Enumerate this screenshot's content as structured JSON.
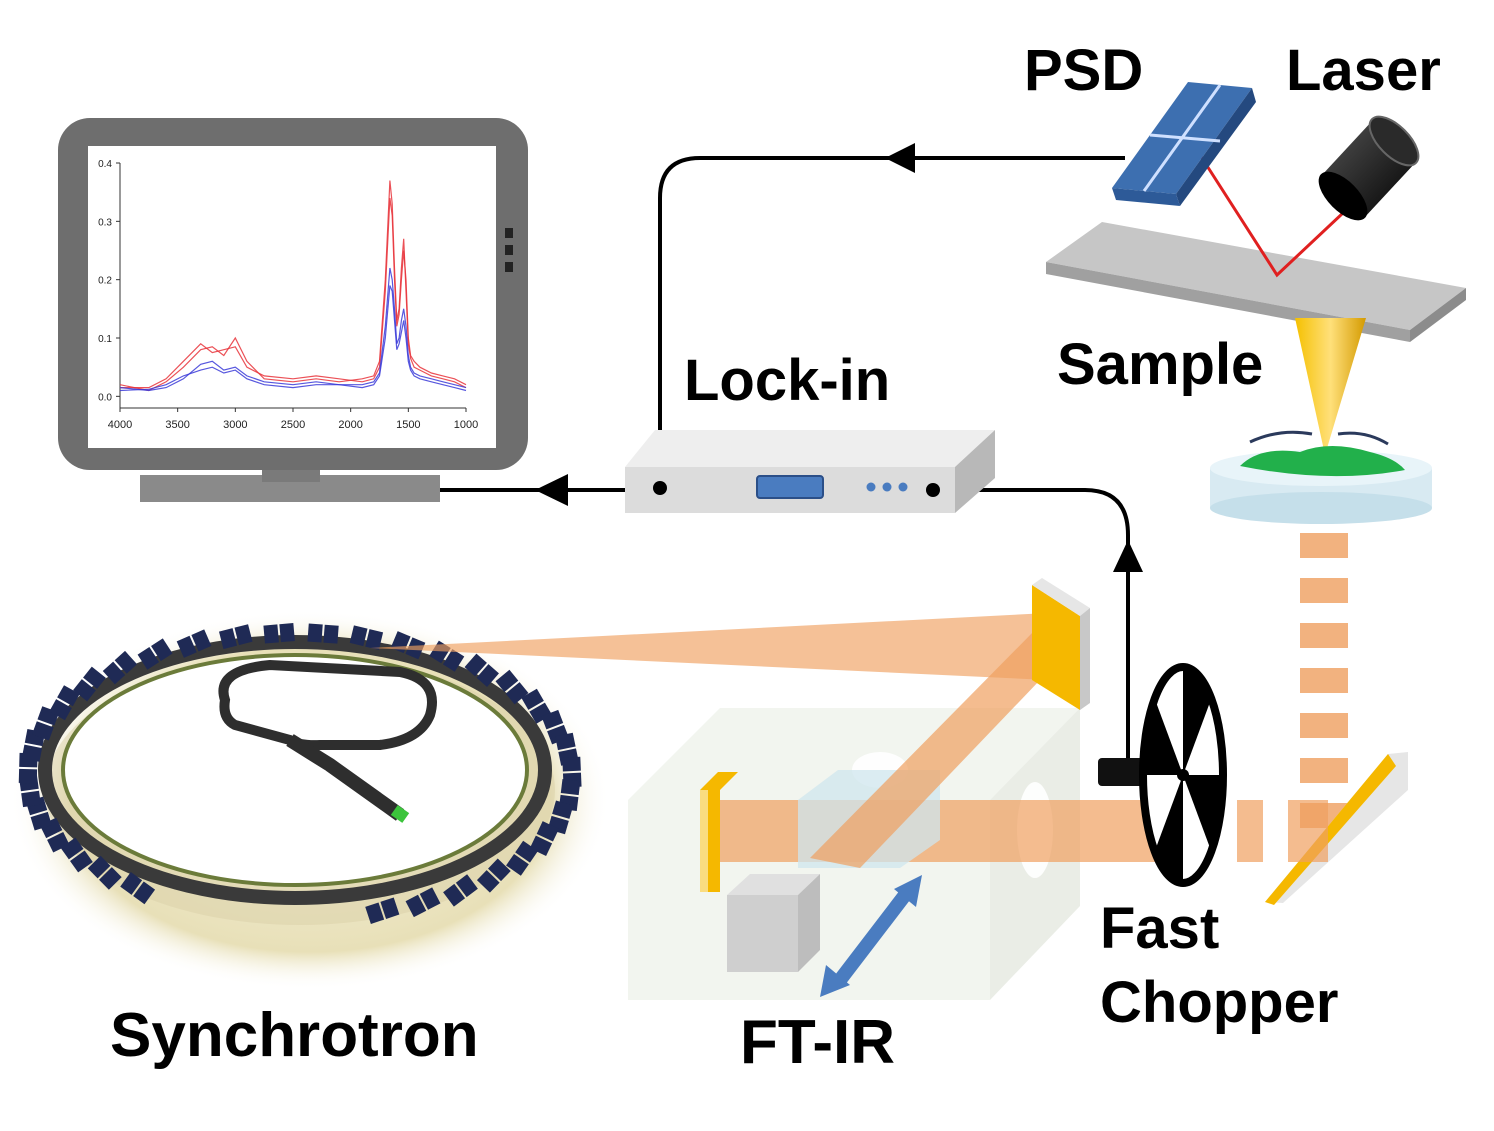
{
  "labels": {
    "psd": "PSD",
    "laser": "Laser",
    "lockin": "Lock-in",
    "sample": "Sample",
    "chopper_line1": "Fast",
    "chopper_line2": "Chopper",
    "synchrotron": "Synchrotron",
    "ftir": "FT-IR"
  },
  "colors": {
    "beam": "#f0a060",
    "mirror": "#f5b800",
    "psd": "#3d6fb0",
    "laser_line": "#e02020",
    "sample_green": "#22b04b",
    "lockin_body": "#dcdcdc",
    "monitor_frame": "#6e6e6e",
    "spectrum_red": "#e8333a",
    "spectrum_blue": "#3a3ad8",
    "magnet": "#1f2a55"
  },
  "chart_data": {
    "type": "line",
    "x_ticks": [
      "4000",
      "3500",
      "3000",
      "2500",
      "2000",
      "1500",
      "1000"
    ],
    "y_ticks": [
      "0.0",
      "0.1",
      "0.2",
      "0.3",
      "0.4"
    ],
    "xlim": [
      4000,
      1000
    ],
    "ylim": [
      -0.02,
      0.4
    ],
    "series": [
      {
        "color": "red",
        "x": [
          4000,
          3750,
          3600,
          3450,
          3300,
          3200,
          3100,
          3000,
          2900,
          2750,
          2500,
          2300,
          2100,
          1900,
          1800,
          1750,
          1700,
          1660,
          1640,
          1620,
          1600,
          1580,
          1560,
          1540,
          1520,
          1500,
          1480,
          1450,
          1400,
          1300,
          1200,
          1100,
          1000
        ],
        "values": [
          0.015,
          0.015,
          0.03,
          0.06,
          0.09,
          0.075,
          0.08,
          0.085,
          0.05,
          0.035,
          0.03,
          0.035,
          0.03,
          0.025,
          0.03,
          0.05,
          0.18,
          0.34,
          0.31,
          0.2,
          0.12,
          0.14,
          0.2,
          0.25,
          0.2,
          0.1,
          0.07,
          0.06,
          0.05,
          0.04,
          0.035,
          0.03,
          0.02
        ]
      },
      {
        "color": "red",
        "x": [
          4000,
          3750,
          3600,
          3450,
          3300,
          3200,
          3100,
          3000,
          2900,
          2750,
          2500,
          2300,
          2100,
          1900,
          1800,
          1750,
          1700,
          1660,
          1640,
          1620,
          1600,
          1580,
          1560,
          1540,
          1520,
          1500,
          1480,
          1450,
          1400,
          1300,
          1200,
          1100,
          1000
        ],
        "values": [
          0.02,
          0.01,
          0.025,
          0.05,
          0.08,
          0.085,
          0.07,
          0.1,
          0.06,
          0.03,
          0.025,
          0.03,
          0.025,
          0.03,
          0.035,
          0.06,
          0.2,
          0.37,
          0.33,
          0.22,
          0.13,
          0.15,
          0.22,
          0.27,
          0.18,
          0.09,
          0.065,
          0.05,
          0.045,
          0.035,
          0.03,
          0.025,
          0.015
        ]
      },
      {
        "color": "blue",
        "x": [
          4000,
          3750,
          3600,
          3450,
          3300,
          3200,
          3100,
          3000,
          2900,
          2750,
          2500,
          2300,
          2100,
          1900,
          1800,
          1750,
          1700,
          1660,
          1640,
          1620,
          1600,
          1580,
          1560,
          1540,
          1520,
          1500,
          1480,
          1450,
          1400,
          1300,
          1200,
          1100,
          1000
        ],
        "values": [
          0.015,
          0.01,
          0.015,
          0.03,
          0.055,
          0.06,
          0.045,
          0.05,
          0.035,
          0.025,
          0.02,
          0.025,
          0.02,
          0.02,
          0.025,
          0.04,
          0.12,
          0.22,
          0.2,
          0.15,
          0.09,
          0.1,
          0.13,
          0.15,
          0.12,
          0.07,
          0.05,
          0.04,
          0.035,
          0.03,
          0.025,
          0.02,
          0.015
        ]
      },
      {
        "color": "blue",
        "x": [
          4000,
          3750,
          3600,
          3450,
          3300,
          3200,
          3100,
          3000,
          2900,
          2750,
          2500,
          2300,
          2100,
          1900,
          1800,
          1750,
          1700,
          1660,
          1640,
          1620,
          1600,
          1580,
          1560,
          1540,
          1520,
          1500,
          1480,
          1450,
          1400,
          1300,
          1200,
          1100,
          1000
        ],
        "values": [
          0.01,
          0.012,
          0.02,
          0.035,
          0.045,
          0.05,
          0.04,
          0.045,
          0.03,
          0.02,
          0.015,
          0.02,
          0.02,
          0.015,
          0.02,
          0.035,
          0.1,
          0.19,
          0.18,
          0.13,
          0.08,
          0.09,
          0.11,
          0.13,
          0.1,
          0.06,
          0.045,
          0.035,
          0.03,
          0.025,
          0.02,
          0.015,
          0.01
        ]
      }
    ]
  }
}
